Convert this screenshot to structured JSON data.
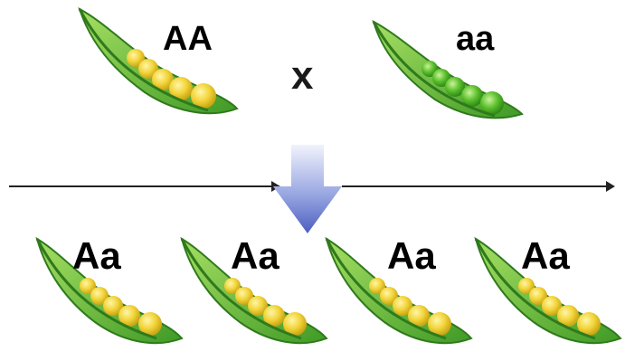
{
  "parents": {
    "left": {
      "genotype": "AA",
      "pea_color": "yellow"
    },
    "right": {
      "genotype": "aa",
      "pea_color": "green"
    },
    "cross_symbol": "x"
  },
  "offspring": [
    {
      "genotype": "Aa",
      "pea_color": "yellow"
    },
    {
      "genotype": "Aa",
      "pea_color": "yellow"
    },
    {
      "genotype": "Aa",
      "pea_color": "yellow"
    },
    {
      "genotype": "Aa",
      "pea_color": "yellow"
    }
  ],
  "colors": {
    "pod_dark": "#3f9a26",
    "pod_light": "#8fd14f",
    "pea_yellow": "#f2d43a",
    "pea_green": "#5cc02c",
    "arrow": "#5b6fc8",
    "arrow_light": "#dfe4f7"
  }
}
